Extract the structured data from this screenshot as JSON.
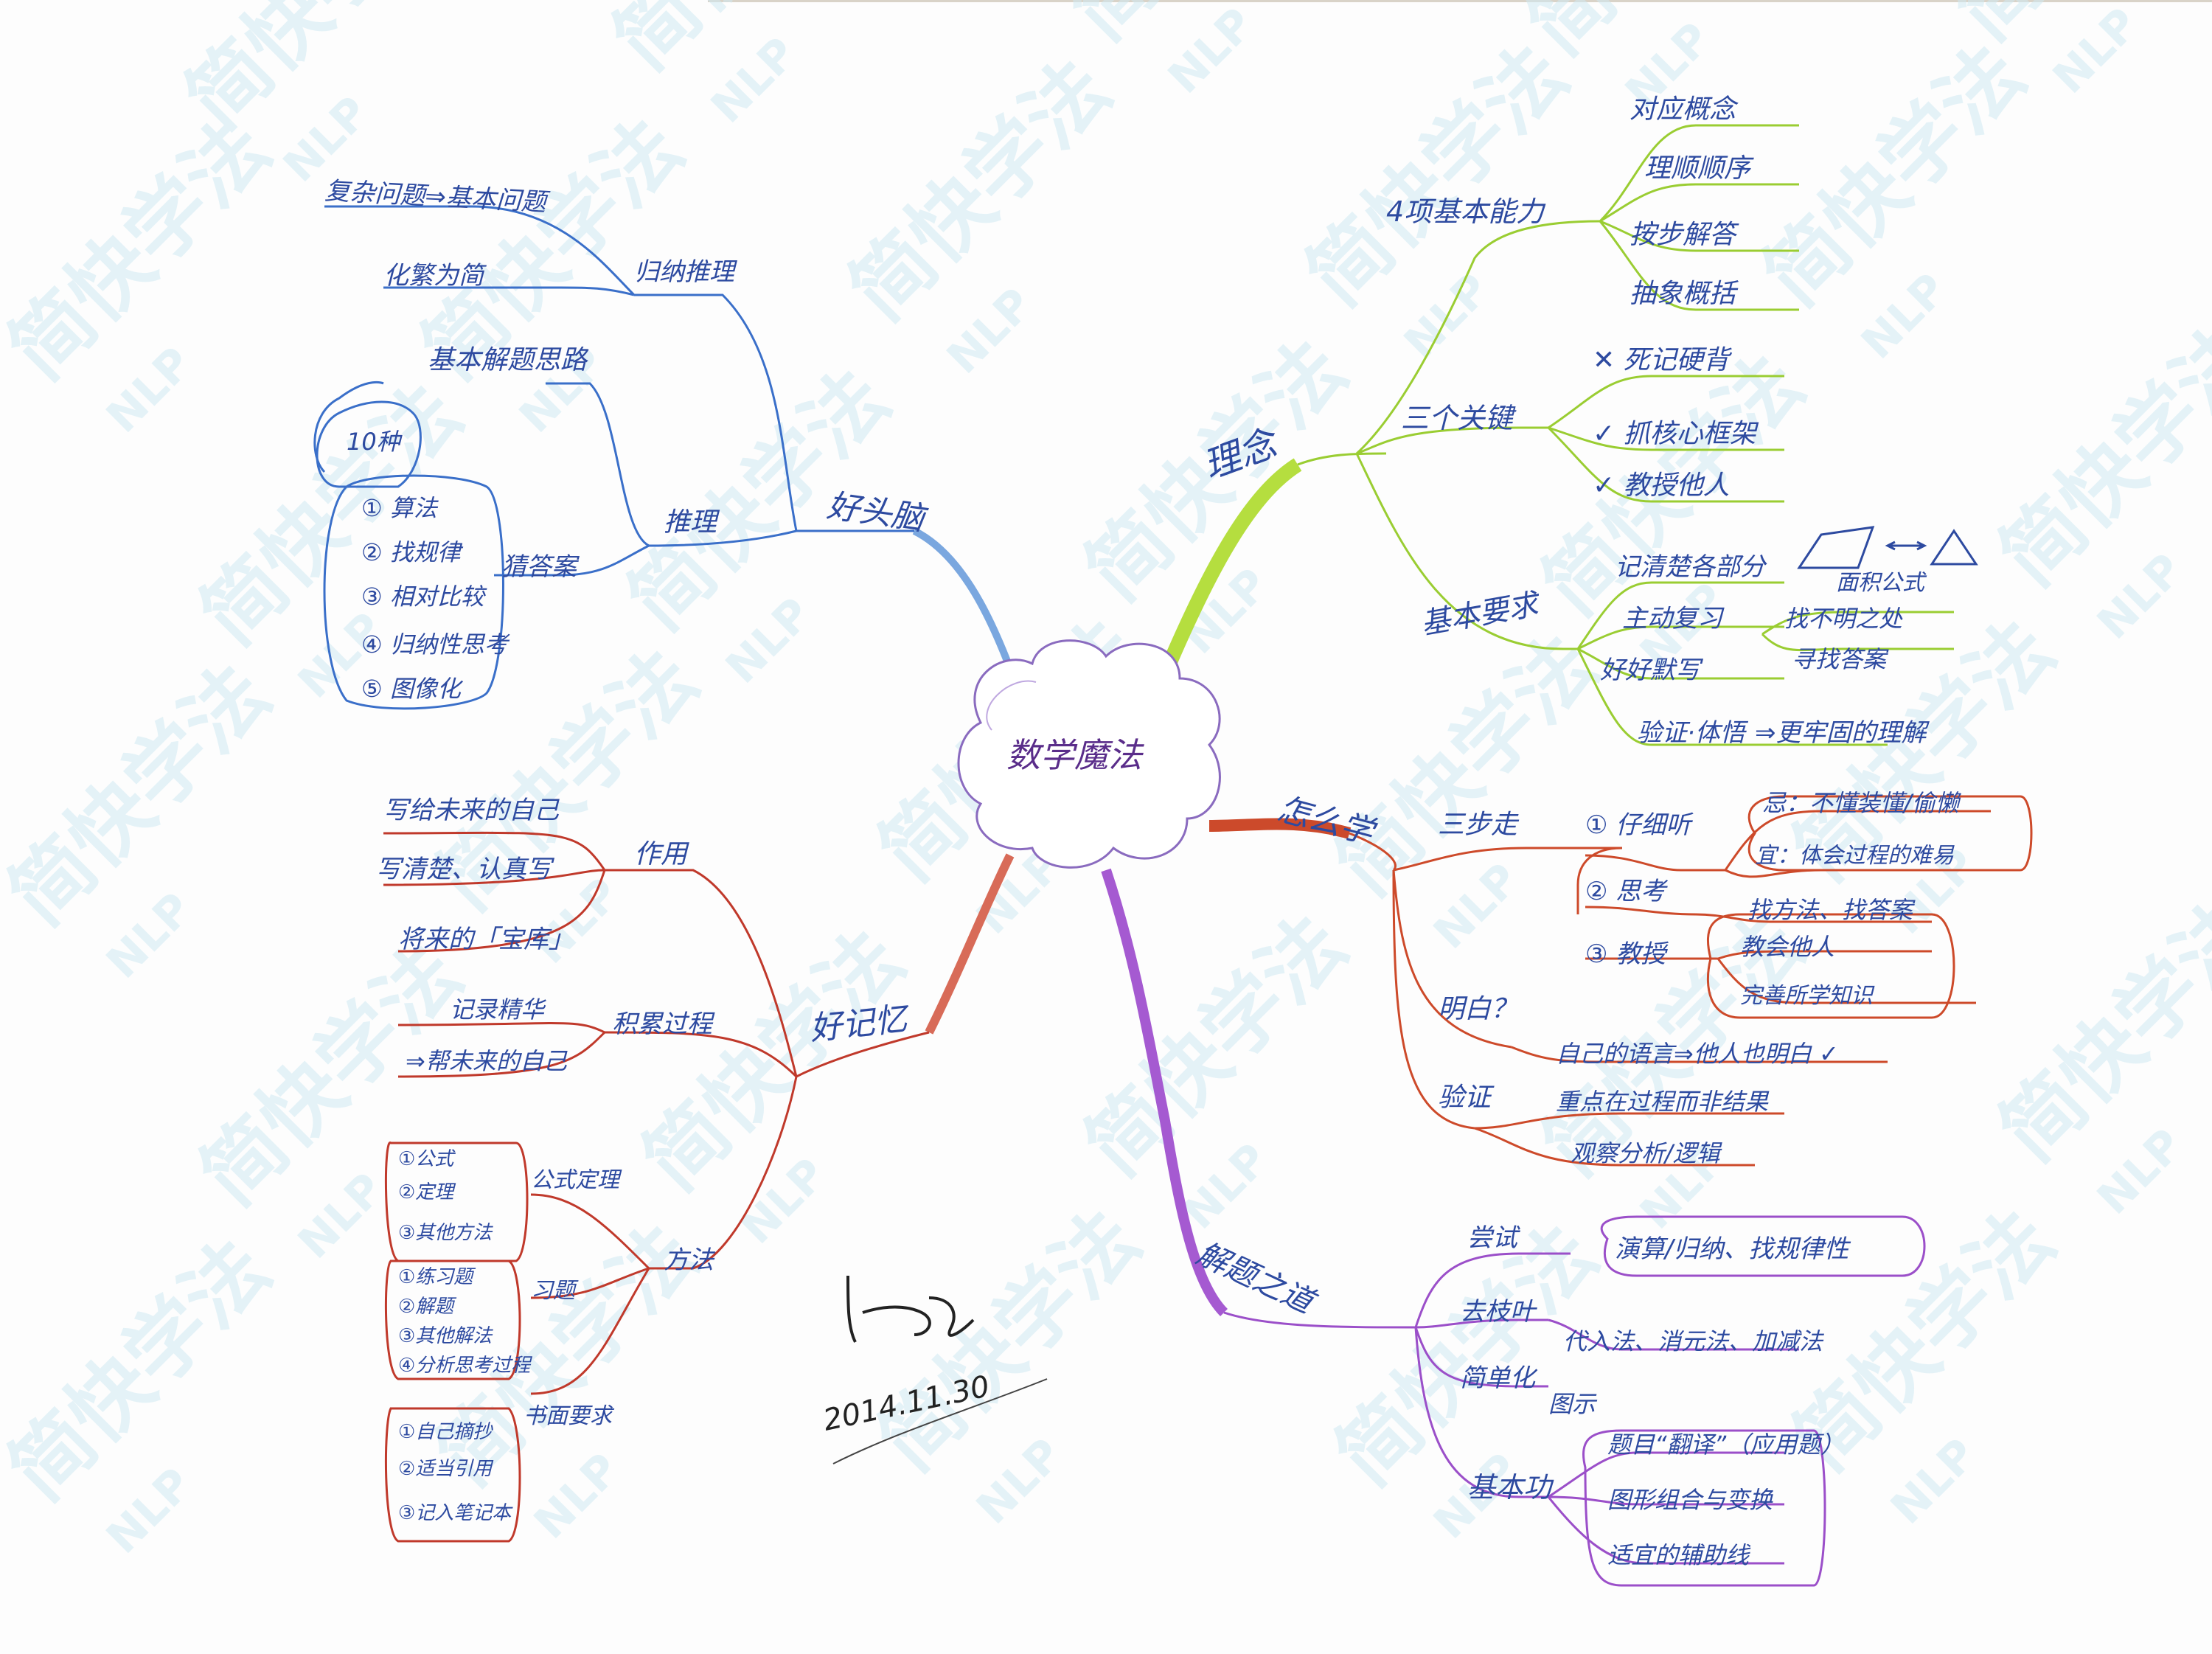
{
  "diagram": {
    "central_topic": "数学魔法",
    "signature": {
      "date": "2014.11.30"
    },
    "watermark": {
      "text": "简快学法",
      "subtext": "NLP",
      "color": "#cfeaf3"
    },
    "branches": {
      "liannian": {
        "label": "理念",
        "color": "#9acd32",
        "items": {
          "four_abilities": {
            "label": "4项基本能力",
            "items": [
              "对应概念",
              "理顺顺序",
              "按步解答",
              "抽象概括"
            ]
          },
          "three_keys": {
            "label": "三个关键",
            "items": [
              "✕ 死记硬背",
              "✓ 抓核心框架",
              "✓ 教授他人"
            ]
          },
          "basic_requirements": {
            "label": "基本要求",
            "items": [
              "记清楚各部分",
              "主动复习",
              "好好默写",
              "验证·体悟",
              "⇒更牢固的理解"
            ],
            "note_shape": "□⇔公式",
            "note_caption": "面积公式",
            "extra": [
              "找不明之处",
              "寻找答案"
            ]
          }
        }
      },
      "zenmexue": {
        "label": "怎么学",
        "color": "#cd4a2a",
        "items": {
          "three_steps": {
            "label": "三步走",
            "steps": [
              {
                "label": "① 仔细听",
                "notes": [
                  "忌：不懂装懂/偷懒",
                  "宜：体会过程的难易"
                ]
              },
              {
                "label": "② 思考",
                "notes": [
                  "找方法、找答案"
                ]
              },
              {
                "label": "③ 教授",
                "notes": [
                  "教会他人",
                  "完善所学知识"
                ]
              }
            ]
          },
          "understood": {
            "label": "明白？",
            "note": "自己的语言⇒他人也明白 ✓"
          },
          "verify": {
            "label": "验证",
            "items": [
              "重点在过程而非结果",
              "观察分析/逻辑"
            ]
          }
        }
      },
      "jietizhidao": {
        "label": "解题之道",
        "color": "#9b4fc9",
        "items": {
          "try": {
            "label": "尝试",
            "note": "演算/归纳、找规律性"
          },
          "remove": {
            "label": "去枝叶",
            "note": "代入法、消元法、加减法"
          },
          "simplify": {
            "label": "简单化",
            "note": "图示"
          },
          "basic_ability": {
            "label": "基本功",
            "items": [
              "题目“翻译”（应用题）",
              "图形组合与变换",
              "适宜的辅助线"
            ]
          }
        }
      },
      "haonaoli": {
        "label": "好头脑",
        "color": "#3a6fc9",
        "items": {
          "induction": {
            "label": "归纳推理",
            "items": [
              "复杂问题⇒基本问题",
              "化繁为简"
            ]
          },
          "thinking": {
            "label": "推理",
            "basic_methods": "基本解题思路",
            "methods_count": "10种",
            "guess": "猜答案",
            "guess_list": [
              "① 算法",
              "② 找规律",
              "③ 相对比较",
              "④ 归纳性思考",
              "⑤ 图像化"
            ]
          }
        }
      },
      "haojiyi": {
        "label": "好记忆",
        "color": "#c0392b",
        "items": {
          "function": {
            "label": "作用",
            "items": [
              "写给未来的自己",
              "写清楚、认真写",
              "将来的「宝库」"
            ]
          },
          "accumulate": {
            "label": "积累过程",
            "items": [
              "记录精华",
              "⇒帮未来的自己"
            ]
          },
          "method": {
            "label": "方法",
            "formula": {
              "label": "公式定理",
              "items": [
                "①公式",
                "②定理",
                "③其他方法"
              ]
            },
            "practice": {
              "label": "习题",
              "items": [
                "①练习题",
                "②解题",
                "③其他解法",
                "④分析思考过程"
              ]
            },
            "notes": {
              "label": "书面要求",
              "items": [
                "①自己摘抄",
                "②适当引用",
                "③记入笔记本"
              ]
            }
          }
        }
      }
    }
  }
}
